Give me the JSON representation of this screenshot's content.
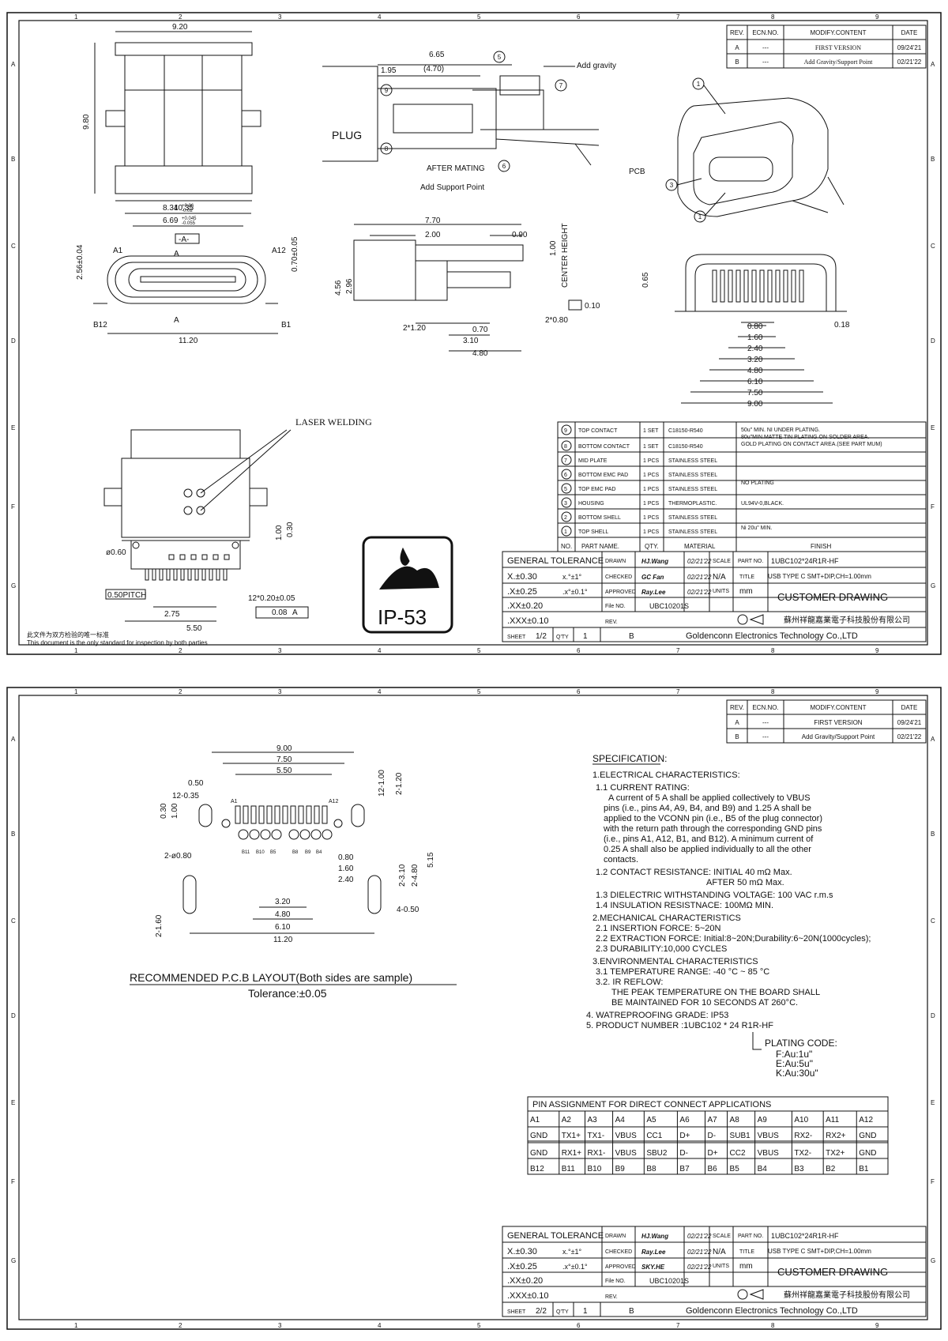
{
  "zone_cols": [
    "1",
    "2",
    "3",
    "4",
    "5",
    "6",
    "7",
    "8",
    "9"
  ],
  "zone_rows": [
    "A",
    "B",
    "C",
    "D",
    "E",
    "F",
    "G"
  ],
  "revision_table": {
    "headers": [
      "REV.",
      "ECN.NO.",
      "MODIFY.CONTENT",
      "DATE"
    ],
    "rows": [
      [
        "A",
        "---",
        "FIRST VERSION",
        "09/24'21"
      ],
      [
        "B",
        "---",
        "Add Gravity/Support Point",
        "02/21'22"
      ]
    ]
  },
  "sheet1": {
    "top_view": {
      "width": "9.20",
      "height": "9.80",
      "bottom_width": "10.35"
    },
    "section_view": {
      "d1": "6.65",
      "d2": "1.95",
      "d3": "(4.70)",
      "plug": "PLUG",
      "add_gravity": "Add gravity",
      "after_mating": "AFTER MATING",
      "add_support": "Add Support Point",
      "pcb": "PCB",
      "balloons": [
        "5",
        "9",
        "8",
        "7",
        "6"
      ]
    },
    "front_view": {
      "d_834": "8.34",
      "d_834_tol_plus": "+0.06",
      "d_834_tol_minus": "-0.02",
      "d_669": "6.69",
      "d_669_tol_plus": "+0.045",
      "d_669_tol_minus": "-0.055",
      "datum_a": "-A-",
      "d_256": "2.56±0.04",
      "d_070": "0.70±0.05",
      "d_1120": "11.20",
      "pin_a1": "A1",
      "pin_a12": "A12",
      "pin_b12": "B12",
      "pin_b1": "B1",
      "label_a_top": "A",
      "label_a_bottom": "A"
    },
    "side_view": {
      "d_770": "7.70",
      "d_200": "2.00",
      "d_090": "0.90",
      "d_100": "1.00",
      "center_height": "CENTER HEIGHT",
      "d_456": "4.56",
      "d_296": "2.96",
      "flat": "0.10",
      "d_2x120": "2*1.20",
      "d_2x080": "2*0.80",
      "d_070": "0.70",
      "d_310": "3.10",
      "d_480": "4.80"
    },
    "iso_view": {
      "balloons": [
        "1",
        "3",
        "1"
      ]
    },
    "pin_end_view": {
      "d_065": "0.65",
      "d_018": "0.18",
      "dims": [
        "0.80",
        "1.60",
        "2.40",
        "3.20",
        "4.80",
        "6.10",
        "7.50",
        "9.00"
      ]
    },
    "bottom_view": {
      "laser_welding": "LASER WELDING",
      "d_100": "1.00",
      "d_030": "0.30",
      "d_060": "ø0.60",
      "pitch": "0.50PITCH",
      "d_275": "2.75",
      "d_550": "5.50",
      "pin_width": "12*0.20±0.05",
      "position_tol": "0.08",
      "datum": "A"
    },
    "ip_badge": "IP-53",
    "note_cn": "此文件为双方检验的唯一标准",
    "note_en": "This document is the only standard for inspection by both parties",
    "bom": {
      "headers": [
        "NO.",
        "PART NAME.",
        "QTY.",
        "MATERIAL",
        "FINISH"
      ],
      "rows": [
        {
          "no": "9",
          "name": "TOP CONTACT",
          "qty": "1 SET",
          "material": "C18150-R540",
          "finish": ""
        },
        {
          "no": "8",
          "name": "BOTTOM CONTACT",
          "qty": "1 SET",
          "material": "C18150-R540",
          "finish": ""
        },
        {
          "no": "7",
          "name": "MID PLATE",
          "qty": "1 PCS",
          "material": "STAINLESS STEEL",
          "finish": ""
        },
        {
          "no": "6",
          "name": "BOTTOM EMC PAD",
          "qty": "1 PCS",
          "material": "STAINLESS STEEL",
          "finish": ""
        },
        {
          "no": "5",
          "name": "TOP EMC PAD",
          "qty": "1 PCS",
          "material": "STAINLESS STEEL",
          "finish": ""
        },
        {
          "no": "3",
          "name": "HOUSING",
          "qty": "1 PCS",
          "material": "THERMOPLASTIC.",
          "finish": "UL94V-0,BLACK."
        },
        {
          "no": "2",
          "name": "BOTTOM SHELL",
          "qty": "1 PCS",
          "material": "STAINLESS STEEL",
          "finish": ""
        },
        {
          "no": "1",
          "name": "TOP SHELL",
          "qty": "1 PCS",
          "material": "STAINLESS STEEL",
          "finish": ""
        }
      ],
      "finish_contacts": [
        "50u\" MIN. NI UNDER PLATING.",
        "80u\"MIN.MATTE TIN PLATING ON SOLDER AREA.",
        "GOLD PLATING ON CONTACT AREA.(SEE PART MUM)"
      ],
      "finish_no_plating": "NO PLATING",
      "finish_shell": "Ni 20u\" MIN."
    }
  },
  "title_block_labels": {
    "general_tolerance": "GENERAL TOLERANCE",
    "tol_x": "X.±0.30",
    "tol_xx": ".X±0.25",
    "tol_xxx": ".XX±0.20",
    "tol_xxxx": ".XXX±0.10",
    "ang1": "x.°±1°",
    "ang2": ".x°±0.1°",
    "drawn": "DRAWN",
    "checked": "CHECKED",
    "approved": "APPROVED",
    "scale": "SCALE",
    "scale_value": "N/A",
    "units": "UNITS",
    "units_value": "mm",
    "part_no": "PART NO.",
    "part_no_value": "1UBC102*24R1R-HF",
    "title": "TITLE",
    "title_value": "USB TYPE C SMT+DIP,CH=1.00mm",
    "file_no": "File NO.",
    "file_no_value": "UBC10201S",
    "rev": "REV.",
    "rev_value": "B",
    "sheet": "SHEET",
    "qty": "Q'TY",
    "qty_value": "1",
    "customer_drawing": "CUSTOMER DRAWING",
    "company_cn": "蘇州祥龍嘉業電子科技股份有限公司",
    "company_en": "Goldenconn Electronics Technology Co.,LTD"
  },
  "title_block_1": {
    "drawn_by": "HJ.Wang",
    "checked_by": "GC Fan",
    "approved_by": "Ray.Lee",
    "date": "02/21'22",
    "sheet_value": "1/2"
  },
  "title_block_2": {
    "drawn_by": "HJ.Wang",
    "checked_by": "Ray.Lee",
    "approved_by": "SKY.HE",
    "date": "02/21'22",
    "sheet_value": "2/2"
  },
  "sheet2": {
    "pcb_layout": {
      "dims_top": [
        "9.00",
        "7.50",
        "5.50"
      ],
      "d_050": "0.50",
      "d_12_035": "12-0.35",
      "d_030": "0.30",
      "d_100": "1.00",
      "d_12_100": "12-1.00",
      "d_2_120": "2-1.20",
      "d_2_080": "2-ø0.80",
      "d_080": "0.80",
      "d_160": "1.60",
      "d_240": "2.40",
      "d_320": "3.20",
      "d_480": "4.80",
      "d_610": "6.10",
      "d_1120": "11.20",
      "d_2_310": "2-3.10",
      "d_2_480": "2-4.80",
      "d_515": "5.15",
      "d_4_050": "4-0.50",
      "d_2_160": "2-1.60",
      "pin_labels_top": [
        "A1",
        "A12"
      ],
      "pin_labels_bottom": [
        "B11",
        "B10",
        "B5",
        "B8",
        "B9",
        "B4"
      ],
      "caption": "RECOMMENDED P.C.B LAYOUT(Both sides are sample)",
      "tolerance": "Tolerance:±0.05"
    },
    "spec": {
      "title": "SPECIFICATION:",
      "lines": [
        "1.ELECTRICAL CHARACTERISTICS:",
        "1.1 CURRENT RATING:",
        "A current of 5 A shall be applied collectively to VBUS",
        "pins (i.e., pins A4, A9, B4, and B9) and 1.25 A shall be",
        "applied to the VCONN pin (i.e., B5 of the plug connector)",
        "with the return path through the corresponding GND pins",
        "(i.e., pins A1, A12, B1, and B12). A minimum current of",
        "0.25 A shall also be applied individually to all the other",
        "contacts.",
        "1.2 CONTACT RESISTANCE: INITIAL 40 mΩ Max.",
        "AFTER 50 mΩ Max.",
        "1.3 DIELECTRIC WITHSTANDING VOLTAGE: 100 VAC r.m.s",
        "1.4 INSULATION RESISTNACE: 100MΩ MIN.",
        "2.MECHANICAL CHARACTERISTICS",
        "2.1 INSERTION FORCE: 5~20N",
        "2.2 EXTRACTION FORCE: Initial:8~20N;Durability:6~20N(1000cycles);",
        "2.3 DURABILITY:10,000 CYCLES",
        "3.ENVIRONMENTAL CHARACTERISTICS",
        "3.1 TEMPERATURE RANGE: -40 °C ~ 85 °C",
        "3.2. IR REFLOW:",
        "THE PEAK TEMPERATURE ON THE BOARD SHALL",
        "BE MAINTAINED FOR 10 SECONDS AT 260°C.",
        "4. WATREPROOFING GRADE: IP53",
        "5. PRODUCT NUMBER :1UBC102 * 24 R1R-HF"
      ],
      "plating_title": "PLATING CODE:",
      "plating": [
        "F:Au:1u\"",
        "E:Au:5u\"",
        "K:Au:30u\""
      ]
    },
    "pin_table": {
      "title": "PIN ASSIGNMENT FOR DIRECT CONNECT APPLICATIONS",
      "rows": [
        [
          "A1",
          "A2",
          "A3",
          "A4",
          "A5",
          "A6",
          "A7",
          "A8",
          "A9",
          "A10",
          "A11",
          "A12"
        ],
        [
          "GND",
          "TX1+",
          "TX1-",
          "VBUS",
          "CC1",
          "D+",
          "D-",
          "SUB1",
          "VBUS",
          "RX2-",
          "RX2+",
          "GND"
        ],
        [
          "GND",
          "RX1+",
          "RX1-",
          "VBUS",
          "SBU2",
          "D-",
          "D+",
          "CC2",
          "VBUS",
          "TX2-",
          "TX2+",
          "GND"
        ],
        [
          "B12",
          "B11",
          "B10",
          "B9",
          "B8",
          "B7",
          "B6",
          "B5",
          "B4",
          "B3",
          "B2",
          "B1"
        ]
      ]
    }
  }
}
